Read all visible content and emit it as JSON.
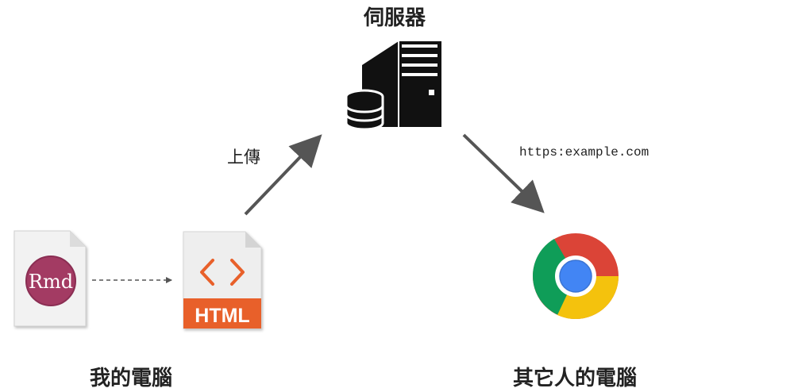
{
  "nodes": {
    "server": {
      "label": "伺服器"
    },
    "my_computer": {
      "label": "我的電腦"
    },
    "others_computer": {
      "label": "其它人的電腦"
    }
  },
  "files": {
    "rmd": {
      "label": "Rmd",
      "color": "#a33a63"
    },
    "html": {
      "label": "HTML",
      "color": "#e8602b"
    }
  },
  "edges": {
    "upload": {
      "label": "上傳"
    },
    "url": {
      "label": "https:example.com"
    }
  },
  "colors": {
    "arrow": "#555555",
    "icon": "#111111"
  }
}
